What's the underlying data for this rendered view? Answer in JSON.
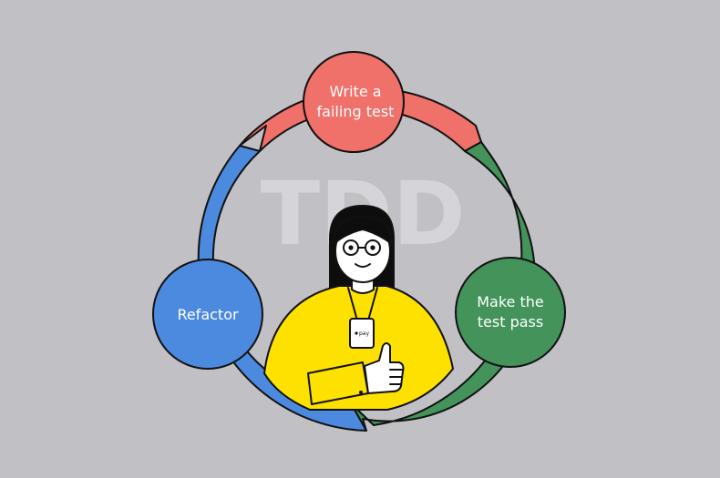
{
  "diagram": {
    "watermark": "TDD",
    "steps": [
      {
        "label_line1": "Write a",
        "label_line2": "failing test",
        "color": "#f0706a"
      },
      {
        "label_line1": "Make the",
        "label_line2": "test pass",
        "color": "#43935a"
      },
      {
        "label_line1": "Refactor",
        "label_line2": "",
        "color": "#4c8ae0"
      }
    ],
    "badge_text": "pay",
    "colors": {
      "background": "#c1c0c5",
      "shirt": "#ffe100",
      "outline": "#111111",
      "hair": "#0d0d0d",
      "skin": "#ffffff"
    }
  }
}
